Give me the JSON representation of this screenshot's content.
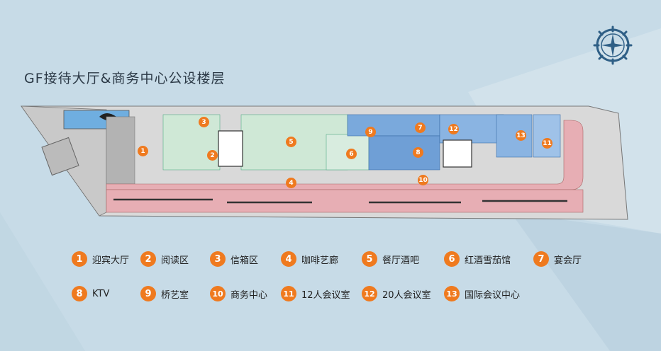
{
  "title": "GF接待大厅&商务中心公设楼层",
  "icons": {
    "compass": "compass-rose-icon"
  },
  "colors": {
    "accent": "#ef7a1f",
    "background": "#c7dbe7",
    "corridor": "#e7aeb4",
    "zone_green": "#cfe8d6",
    "zone_blue": "#6f9fd6"
  },
  "legend": [
    {
      "num": "1",
      "label": "迎宾大厅"
    },
    {
      "num": "2",
      "label": "阅读区"
    },
    {
      "num": "3",
      "label": "信箱区"
    },
    {
      "num": "4",
      "label": "咖啡艺廊"
    },
    {
      "num": "5",
      "label": "餐厅酒吧"
    },
    {
      "num": "6",
      "label": "红酒雪茄馆"
    },
    {
      "num": "7",
      "label": "宴会厅"
    },
    {
      "num": "8",
      "label": "KTV"
    },
    {
      "num": "9",
      "label": "桥艺室"
    },
    {
      "num": "10",
      "label": "商务中心"
    },
    {
      "num": "11",
      "label": "12人会议室"
    },
    {
      "num": "12",
      "label": "20人会议室"
    },
    {
      "num": "13",
      "label": "国际会议中心"
    }
  ],
  "map_markers": [
    "1",
    "2",
    "3",
    "4",
    "5",
    "6",
    "7",
    "8",
    "9",
    "10",
    "11",
    "12",
    "13"
  ]
}
